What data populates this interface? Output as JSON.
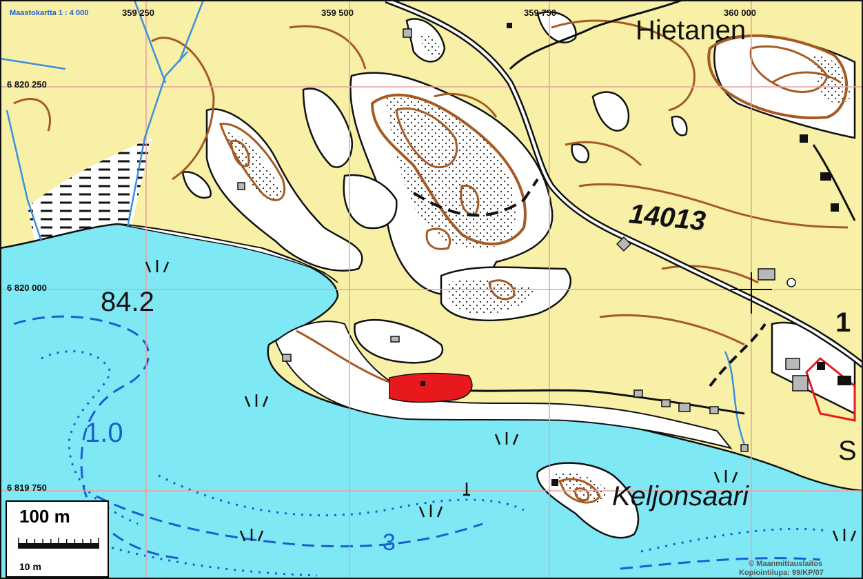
{
  "map": {
    "header_scale": "Maastokartta 1 : 4 000",
    "grid_labels": {
      "easting": [
        "359 250",
        "359 500",
        "359 750",
        "360 000"
      ],
      "northing": [
        "6 820 250",
        "6 820 000",
        "6 819 750"
      ]
    },
    "place_names": {
      "village": "Hietanen",
      "island": "Keljonsaari",
      "road_number": "14013"
    },
    "water_elevation": "84.2",
    "depth_labels": [
      "1.0",
      "3"
    ],
    "edge_glyphs": [
      "1",
      "S"
    ],
    "scale_bar": {
      "main": "100 m",
      "minor": "10 m"
    },
    "copyright": "© Maanmittauslaitos",
    "permit": "Kopiointilupa: 99/KP/07",
    "colors": {
      "water": "#7ee8f5",
      "field": "#f7f0a6",
      "forest_open": "#ffffff",
      "contour": "#a55a23",
      "grid": "#e8a0a0",
      "highlight": "#e8191c",
      "stream": "#3a8fe0"
    }
  }
}
